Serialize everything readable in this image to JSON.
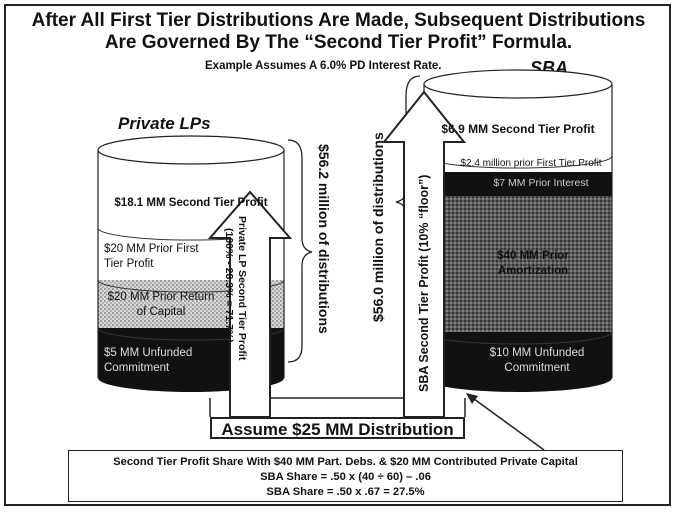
{
  "title_line1": "After All First Tier Distributions Are Made, Subsequent Distributions",
  "title_line2": "Are Governed By The “Second Tier Profit” Formula.",
  "subtitle": "Example Assumes A 6.0% PD Interest Rate.",
  "sba_label": "SBA",
  "lp_label": "Private LPs",
  "lp_segments": {
    "second_tier": "$18.1 MM Second Tier Profit",
    "prior_first_tier": "$20 MM Prior First Tier Profit",
    "return_capital": "$20 MM Prior Return of Capital",
    "unfunded": "$5 MM Unfunded Commitment"
  },
  "sba_segments": {
    "second_tier": "$6.9 MM Second Tier Profit",
    "prior_first_tier": "$2.4 million prior First Tier Profit",
    "prior_interest": "$7 MM Prior Interest",
    "amortization": "$40 MM Prior Amortization",
    "unfunded": "$10 MM Unfunded Commitment"
  },
  "lp_arrow_line1": "Private LP Second Tier Profit",
  "lp_arrow_line2": "(100% - 28.3% = 71.7%)",
  "sba_arrow_text": "SBA Second Tier Profit (10% “floor”)",
  "lp_distributions": "$56.2 million of distributions",
  "sba_distributions": "$56.0 million of distributions",
  "assume": "Assume $25 MM Distribution",
  "formula": {
    "line1": "Second Tier Profit Share With $40 MM Part. Debs. & $20 MM Contributed Private Capital",
    "line2": "SBA Share = .50 x (40 ÷ 60) – .06",
    "line3": "SBA Share = .50 x .67 = 27.5%"
  }
}
